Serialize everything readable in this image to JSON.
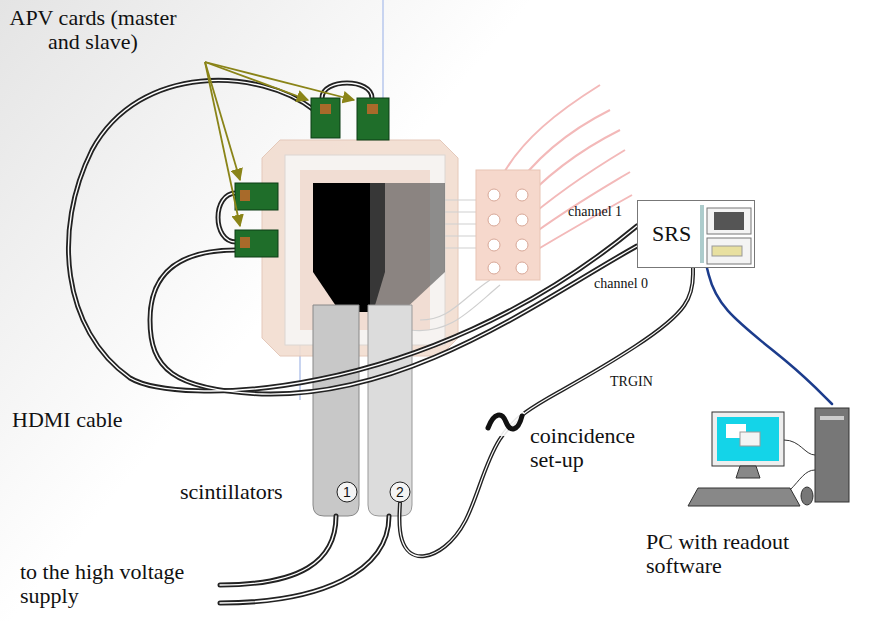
{
  "diagram": {
    "nodes": [
      {
        "text": [
          "SRS"
        ]
      },
      {
        "text": [
          "PC with readout software"
        ]
      },
      {
        "text": [
          "1"
        ]
      },
      {
        "text": [
          "2"
        ]
      }
    ],
    "edges": [
      {
        "from": 0,
        "to": 1,
        "arrow": "none"
      },
      {
        "from": 3,
        "to": 0,
        "arrow": "none"
      }
    ],
    "labels": [
      "APV cards (master and slave)",
      "HDMI cable",
      "channel 1",
      "channel 0",
      "TRGIN",
      "coincidence set-up",
      "scintillators",
      "to the high voltage supply"
    ]
  }
}
